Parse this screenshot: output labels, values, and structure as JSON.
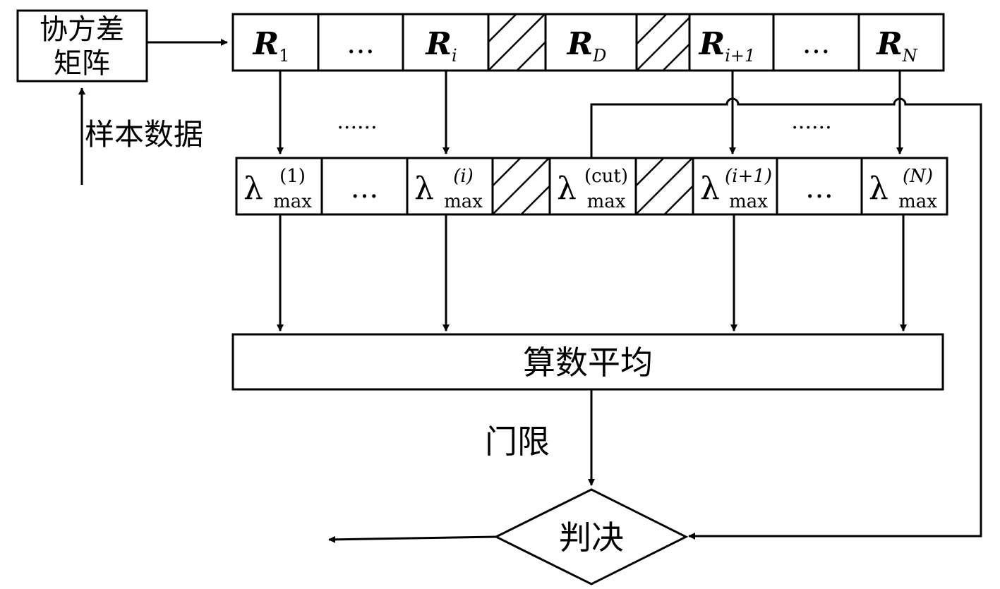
{
  "blocks": {
    "cov_line1": "协方差",
    "cov_line2": "矩阵",
    "sample_label": "样本数据",
    "threshold_label": "门限",
    "average_label": "算数平均",
    "decision_label": "判决"
  },
  "r_cells": [
    {
      "kind": "r",
      "sym": "R",
      "sub": "1"
    },
    {
      "kind": "dots",
      "text": "…"
    },
    {
      "kind": "r",
      "sym": "R",
      "sub": "i"
    },
    {
      "kind": "hatch"
    },
    {
      "kind": "r",
      "sym": "R",
      "sub": "D"
    },
    {
      "kind": "hatch"
    },
    {
      "kind": "r",
      "sym": "R",
      "sub": "i+1"
    },
    {
      "kind": "dots",
      "text": "…"
    },
    {
      "kind": "r",
      "sym": "R",
      "sub": "N"
    }
  ],
  "lambda_cells": [
    {
      "kind": "lam",
      "sym": "λ",
      "sup": "(1)",
      "sub": "max"
    },
    {
      "kind": "dots",
      "text": "…"
    },
    {
      "kind": "lam",
      "sym": "λ",
      "sup": "(i)",
      "sub": "max"
    },
    {
      "kind": "hatch"
    },
    {
      "kind": "lam",
      "sym": "λ",
      "sup": "(cut)",
      "sub": "max"
    },
    {
      "kind": "hatch"
    },
    {
      "kind": "lam",
      "sym": "λ",
      "sup": "(i+1)",
      "sub": "max"
    },
    {
      "kind": "dots",
      "text": "…"
    },
    {
      "kind": "lam",
      "sym": "λ",
      "sup": "(N)",
      "sub": "max"
    }
  ],
  "between_dots": [
    "......",
    "......"
  ]
}
